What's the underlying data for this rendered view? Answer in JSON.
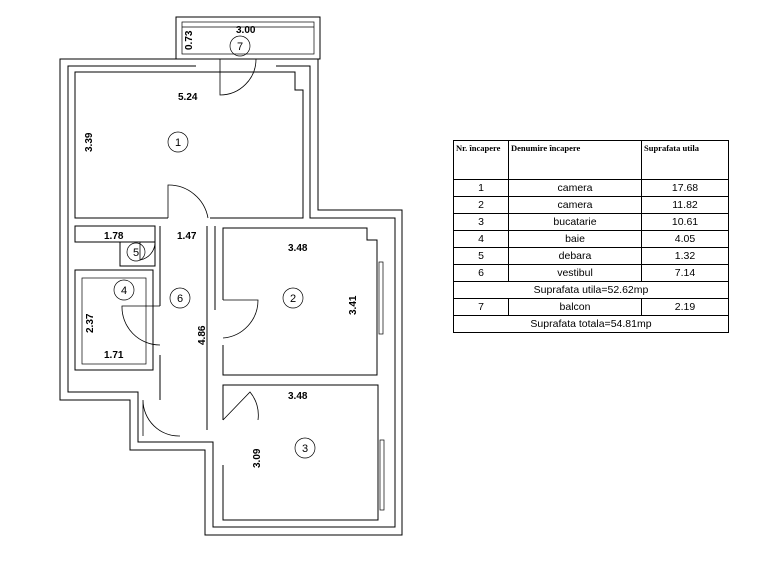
{
  "plan": {
    "dimensions": {
      "balcony_width": "3.00",
      "balcony_depth": "0.73",
      "room1_width": "5.24",
      "room1_depth": "3.39",
      "room5_width": "1.78",
      "hall_width": "1.47",
      "room2_width": "3.48",
      "room2_depth": "3.41",
      "room4_depth": "2.37",
      "room4_width": "1.71",
      "hall_depth": "4.86",
      "room3_width": "3.48",
      "room3_depth": "3.09"
    },
    "room_labels": [
      "1",
      "2",
      "3",
      "4",
      "5",
      "6",
      "7"
    ]
  },
  "table": {
    "headers": [
      "Nr. încapere",
      "Denumire încapere",
      "Suprafata utila"
    ],
    "rows": [
      {
        "nr": "1",
        "name": "camera",
        "area": "17.68"
      },
      {
        "nr": "2",
        "name": "camera",
        "area": "11.82"
      },
      {
        "nr": "3",
        "name": "bucatarie",
        "area": "10.61"
      },
      {
        "nr": "4",
        "name": "baie",
        "area": "4.05"
      },
      {
        "nr": "5",
        "name": "debara",
        "area": "1.32"
      },
      {
        "nr": "6",
        "name": "vestibul",
        "area": "7.14"
      }
    ],
    "subtotal": "Suprafata  utila=52.62mp",
    "balcony_row": {
      "nr": "7",
      "name": "balcon",
      "area": "2.19"
    },
    "total": "Suprafata  totala=54.81mp"
  }
}
